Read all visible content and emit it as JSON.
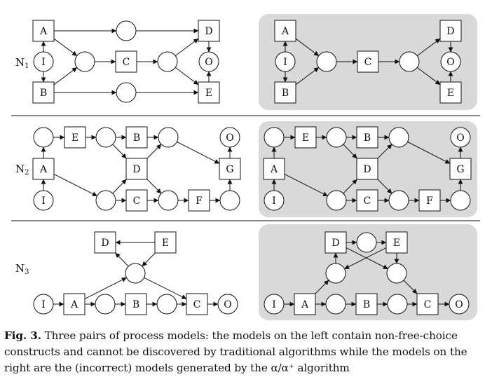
{
  "figure": {
    "rows": [
      {
        "label": "N",
        "label_sub": "1",
        "left": {
          "transitions": [
            "A",
            "B",
            "C",
            "D",
            "E"
          ],
          "place_labels": [
            "I",
            "O"
          ]
        },
        "right": {
          "transitions": [
            "A",
            "B",
            "C",
            "D",
            "E"
          ],
          "place_labels": [
            "I",
            "O"
          ]
        }
      },
      {
        "label": "N",
        "label_sub": "2",
        "left": {
          "transitions": [
            "E",
            "B",
            "A",
            "D",
            "G",
            "C",
            "F"
          ],
          "place_labels": [
            "O",
            "I"
          ]
        },
        "right": {
          "transitions": [
            "E",
            "B",
            "A",
            "D",
            "G",
            "C",
            "F"
          ],
          "place_labels": [
            "O",
            "I"
          ]
        }
      },
      {
        "label": "N",
        "label_sub": "3",
        "left": {
          "transitions": [
            "D",
            "E",
            "A",
            "B",
            "C"
          ],
          "place_labels": [
            "I",
            "O"
          ]
        },
        "right": {
          "transitions": [
            "D",
            "E",
            "A",
            "B",
            "C"
          ],
          "place_labels": [
            "I",
            "O"
          ]
        }
      }
    ],
    "right_panel_fill": "#d9d9d9",
    "stroke": "#111111"
  },
  "caption": {
    "label": "Fig. 3.",
    "line1": "Three pairs of process models: the models on the left contain non-free-choice",
    "line2": "constructs and cannot be discovered by traditional algorithms while the models on the",
    "line3": "right are the (incorrect) models generated by the α/α⁺ algorithm"
  }
}
